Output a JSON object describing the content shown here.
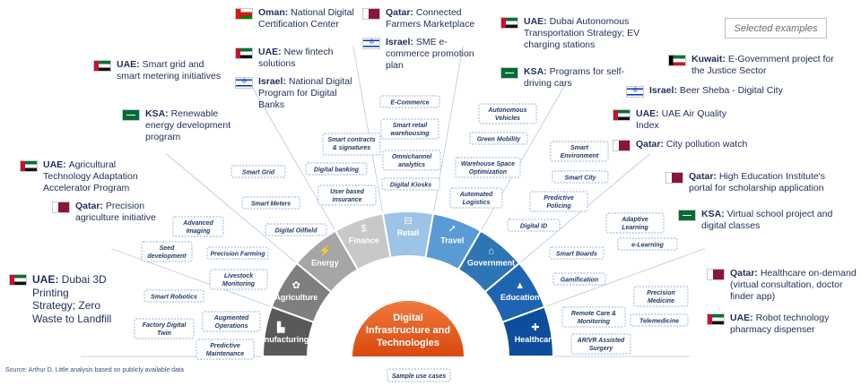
{
  "selected_examples_label": "Selected examples",
  "source": "Source: Arthur D. Little analysis based on publicly available data",
  "sample_use_cases_label": "Sample use cases",
  "center": {
    "line1": "Digital",
    "line2": "Infrastructure and",
    "line3": "Technologies",
    "color": "#e2561c"
  },
  "sectors": [
    {
      "id": "manufacturing",
      "label": "Manufacturing",
      "color": "#595959",
      "icon": "factory-icon"
    },
    {
      "id": "agriculture",
      "label": "Agriculture",
      "color": "#7f7f7f",
      "icon": "plant-icon"
    },
    {
      "id": "energy",
      "label": "Energy",
      "color": "#a6a6a6",
      "icon": "energy-icon"
    },
    {
      "id": "finance",
      "label": "Finance",
      "color": "#c8c8c8",
      "icon": "money-icon"
    },
    {
      "id": "retail",
      "label": "Retail",
      "color": "#9dc3e6",
      "icon": "basket-icon"
    },
    {
      "id": "travel",
      "label": "Travel",
      "color": "#5b9bd5",
      "icon": "travel-icon"
    },
    {
      "id": "government",
      "label": "Government",
      "color": "#2e75b6",
      "icon": "building-icon"
    },
    {
      "id": "education",
      "label": "Education",
      "color": "#1f63b3",
      "icon": "graduation-icon"
    },
    {
      "id": "healthcare",
      "label": "Healthcare",
      "color": "#0d4d9c",
      "icon": "medical-icon"
    }
  ],
  "use_cases": [
    {
      "text": "Smart contracts & signatures",
      "sector": "finance"
    },
    {
      "text": "Digital banking",
      "sector": "finance"
    },
    {
      "text": "User based insurance",
      "sector": "finance"
    },
    {
      "text": "Smart Grid",
      "sector": "energy"
    },
    {
      "text": "Smart Meters",
      "sector": "energy"
    },
    {
      "text": "Digital Oilfield",
      "sector": "energy"
    },
    {
      "text": "Advanced Imaging",
      "sector": "agriculture"
    },
    {
      "text": "Seed development",
      "sector": "agriculture"
    },
    {
      "text": "Precision Farming",
      "sector": "agriculture"
    },
    {
      "text": "Livestock Monitoring",
      "sector": "agriculture"
    },
    {
      "text": "Smart Robotics",
      "sector": "manufacturing"
    },
    {
      "text": "Factory Digital Twin",
      "sector": "manufacturing"
    },
    {
      "text": "Augmented Operations",
      "sector": "manufacturing"
    },
    {
      "text": "Predictive Maintenance",
      "sector": "manufacturing"
    },
    {
      "text": "E-Commerce",
      "sector": "retail"
    },
    {
      "text": "Smart retail warehousing",
      "sector": "retail"
    },
    {
      "text": "Omnichannel analytics",
      "sector": "retail"
    },
    {
      "text": "Digital Kiosks",
      "sector": "retail"
    },
    {
      "text": "Autonomous Vehicles",
      "sector": "travel"
    },
    {
      "text": "Green Mobility",
      "sector": "travel"
    },
    {
      "text": "Warehouse Space Optimization",
      "sector": "travel"
    },
    {
      "text": "Automated Logistics",
      "sector": "travel"
    },
    {
      "text": "Smart Environment",
      "sector": "government"
    },
    {
      "text": "Smart City",
      "sector": "government"
    },
    {
      "text": "Predictive Policing",
      "sector": "government"
    },
    {
      "text": "Digital ID",
      "sector": "government"
    },
    {
      "text": "Adaptive Learning",
      "sector": "education"
    },
    {
      "text": "e-Learning",
      "sector": "education"
    },
    {
      "text": "Smart Boards",
      "sector": "education"
    },
    {
      "text": "Gamification",
      "sector": "education"
    },
    {
      "text": "Precision Medicine",
      "sector": "healthcare"
    },
    {
      "text": "Remote Care & Monitoring",
      "sector": "healthcare"
    },
    {
      "text": "Telemedicine",
      "sector": "healthcare"
    },
    {
      "text": "AR/VR Assisted Surgery",
      "sector": "healthcare"
    }
  ],
  "examples": [
    {
      "id": "oman-cert",
      "flag": "oman",
      "country": "Oman:",
      "text": "National Digital Certification Center"
    },
    {
      "id": "uae-fintech",
      "flag": "uae",
      "country": "UAE:",
      "text": "New fintech solutions"
    },
    {
      "id": "israel-banks",
      "flag": "israel",
      "country": "Israel:",
      "text": "National Digital Program for Digital Banks"
    },
    {
      "id": "qatar-farmers",
      "flag": "qatar",
      "country": "Qatar:",
      "text": "Connected Farmers Marketplace"
    },
    {
      "id": "israel-sme",
      "flag": "israel",
      "country": "Israel:",
      "text": "SME e-commerce promotion plan"
    },
    {
      "id": "uae-transport",
      "flag": "uae",
      "country": "UAE:",
      "text": "Dubai Autonomous Transportation Strategy; EV charging stations"
    },
    {
      "id": "ksa-cars",
      "flag": "ksa",
      "country": "KSA:",
      "text": "Programs for self-driving cars"
    },
    {
      "id": "uae-grid",
      "flag": "uae",
      "country": "UAE:",
      "text": "Smart grid and smart metering initiatives"
    },
    {
      "id": "ksa-energy",
      "flag": "ksa",
      "country": "KSA:",
      "text": "Renewable energy development program"
    },
    {
      "id": "uae-agri",
      "flag": "uae",
      "country": "UAE:",
      "text": "Agricultural Technology Adaptation Accelerator Program"
    },
    {
      "id": "qatar-agri",
      "flag": "qatar",
      "country": "Qatar:",
      "text": "Precision agriculture initiative"
    },
    {
      "id": "uae-3d",
      "flag": "uae",
      "country": "UAE:",
      "text": "Dubai 3D Printing Strategy; Zero Waste to Landfill"
    },
    {
      "id": "kuwait-justice",
      "flag": "kuwait",
      "country": "Kuwait:",
      "text": "E-Government project for the Justice Sector"
    },
    {
      "id": "israel-beersheba",
      "flag": "israel",
      "country": "Israel:",
      "text": "Beer Sheba - Digital City"
    },
    {
      "id": "uae-air",
      "flag": "uae",
      "country": "UAE:",
      "text": "UAE Air Quality Index"
    },
    {
      "id": "qatar-pollution",
      "flag": "qatar",
      "country": "Qatar:",
      "text": "City pollution watch"
    },
    {
      "id": "qatar-edu",
      "flag": "qatar",
      "country": "Qatar:",
      "text": "High Education Institute's portal for scholarship application"
    },
    {
      "id": "ksa-school",
      "flag": "ksa",
      "country": "KSA:",
      "text": "Virtual school project and digital classes"
    },
    {
      "id": "qatar-health",
      "flag": "qatar",
      "country": "Qatar:",
      "text": "Healthcare on-demand (virtual consultation, doctor finder app)"
    },
    {
      "id": "uae-pharmacy",
      "flag": "uae",
      "country": "UAE:",
      "text": "Robot technology pharmacy dispenser"
    }
  ]
}
